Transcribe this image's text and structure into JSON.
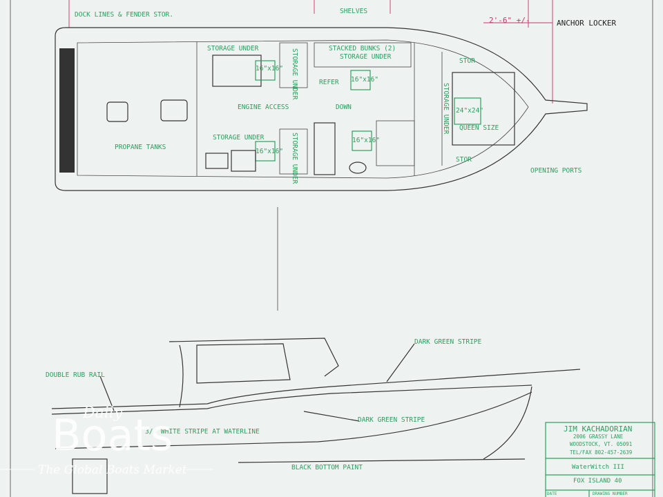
{
  "plan_view": {
    "dock_lines": "DOCK LINES & FENDER STOR.",
    "shelves": "SHELVES",
    "dimension": "2'-6\" +/-",
    "anchor_locker": "ANCHOR LOCKER",
    "storage_under_1": "STORAGE UNDER",
    "stacked_bunks": "STACKED BUNKS (2)",
    "storage_under_2": "STORAGE UNDER",
    "storage_under_3": "STORAGE UNDER",
    "storage_under_v1": "STORAGE UNDER",
    "storage_under_v2": "STORAGE UNDER",
    "storage_under_v3": "STORAGE UNDER",
    "hatch_1": "16\"x16\"",
    "hatch_2": "16\"x16\"",
    "hatch_3": "16\"x16\"",
    "hatch_4": "16\"x16\"",
    "hatch_5": "24\"x24\"",
    "refer": "REFER",
    "down": "DOWN",
    "engine_access": "ENGINE ACCESS",
    "queen_size": "QUEEN SIZE",
    "propane_tanks": "PROPANE TANKS",
    "stor_top": "STOR",
    "stor_bottom": "STOR",
    "opening_ports": "OPENING PORTS"
  },
  "profile_view": {
    "dark_green_stripe_1": "DARK GREEN STRIPE",
    "double_rub_rail": "DOUBLE RUB RAIL",
    "dark_green_stripe_2": "DARK GREEN STRIPE",
    "white_stripe": "3/4 WHITE STRIPE AT WATERLINE",
    "bottom_paint": "BLACK BOTTOM PAINT"
  },
  "title_block": {
    "designer": "JIM KACHADORIAN",
    "address_1": "2006 GRASSY LANE",
    "address_2": "WOODSTOCK, VT. 05091",
    "phone": "TEL/FAX 802-457-2639",
    "boat_name": "WaterWitch III",
    "model": "FOX ISLAND 40",
    "date_label": "DATE",
    "drawing_number_label": "DRAWING NUMBER"
  },
  "watermark": {
    "line1": "Daily",
    "line2": "Boats",
    "tagline": "The Global Boats Market"
  },
  "colors": {
    "label_green": "#2e9e5e",
    "dimension_pink": "#d0306a",
    "paper": "#eef2f1"
  }
}
